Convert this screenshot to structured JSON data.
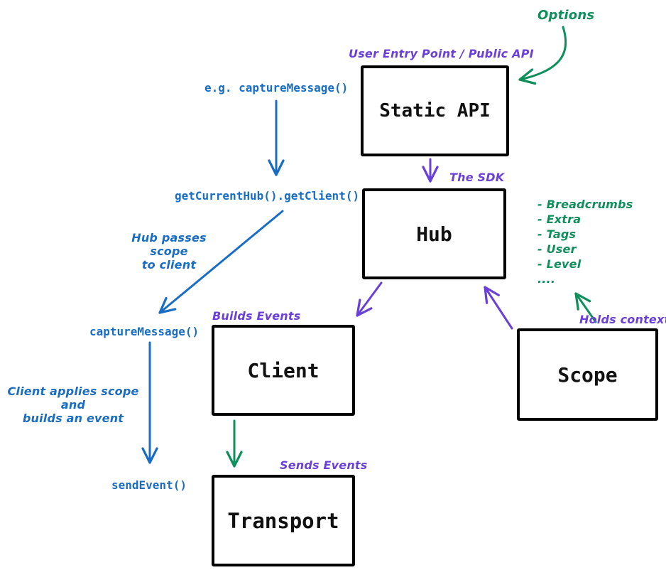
{
  "colors": {
    "blue": "#1a6dc2",
    "purple": "#6a40d8",
    "green": "#0e8f5c",
    "box_border": "#000000",
    "background": "#ffffff"
  },
  "nodes": {
    "static_api": {
      "label": "Static API",
      "annotation": "User Entry Point / Public API"
    },
    "hub": {
      "label": "Hub",
      "annotation": "The SDK"
    },
    "client": {
      "label": "Client",
      "annotation": "Builds Events"
    },
    "scope": {
      "label": "Scope",
      "annotation": "Holds context"
    },
    "transport": {
      "label": "Transport",
      "annotation": "Sends Events"
    }
  },
  "flow_labels": {
    "options": "Options",
    "eg_capture_message": "e.g. captureMessage()",
    "get_current_hub": "getCurrentHub().getClient()",
    "hub_passes_scope_line1": "Hub passes scope",
    "hub_passes_scope_line2": "to client",
    "capture_message": "captureMessage()",
    "client_applies_line1": "Client applies scope and",
    "client_applies_line2": "builds an event",
    "send_event": "sendEvent()"
  },
  "scope_context_list": {
    "items": [
      "- Breadcrumbs",
      "- Extra",
      "- Tags",
      "- User",
      "- Level",
      "...."
    ]
  }
}
